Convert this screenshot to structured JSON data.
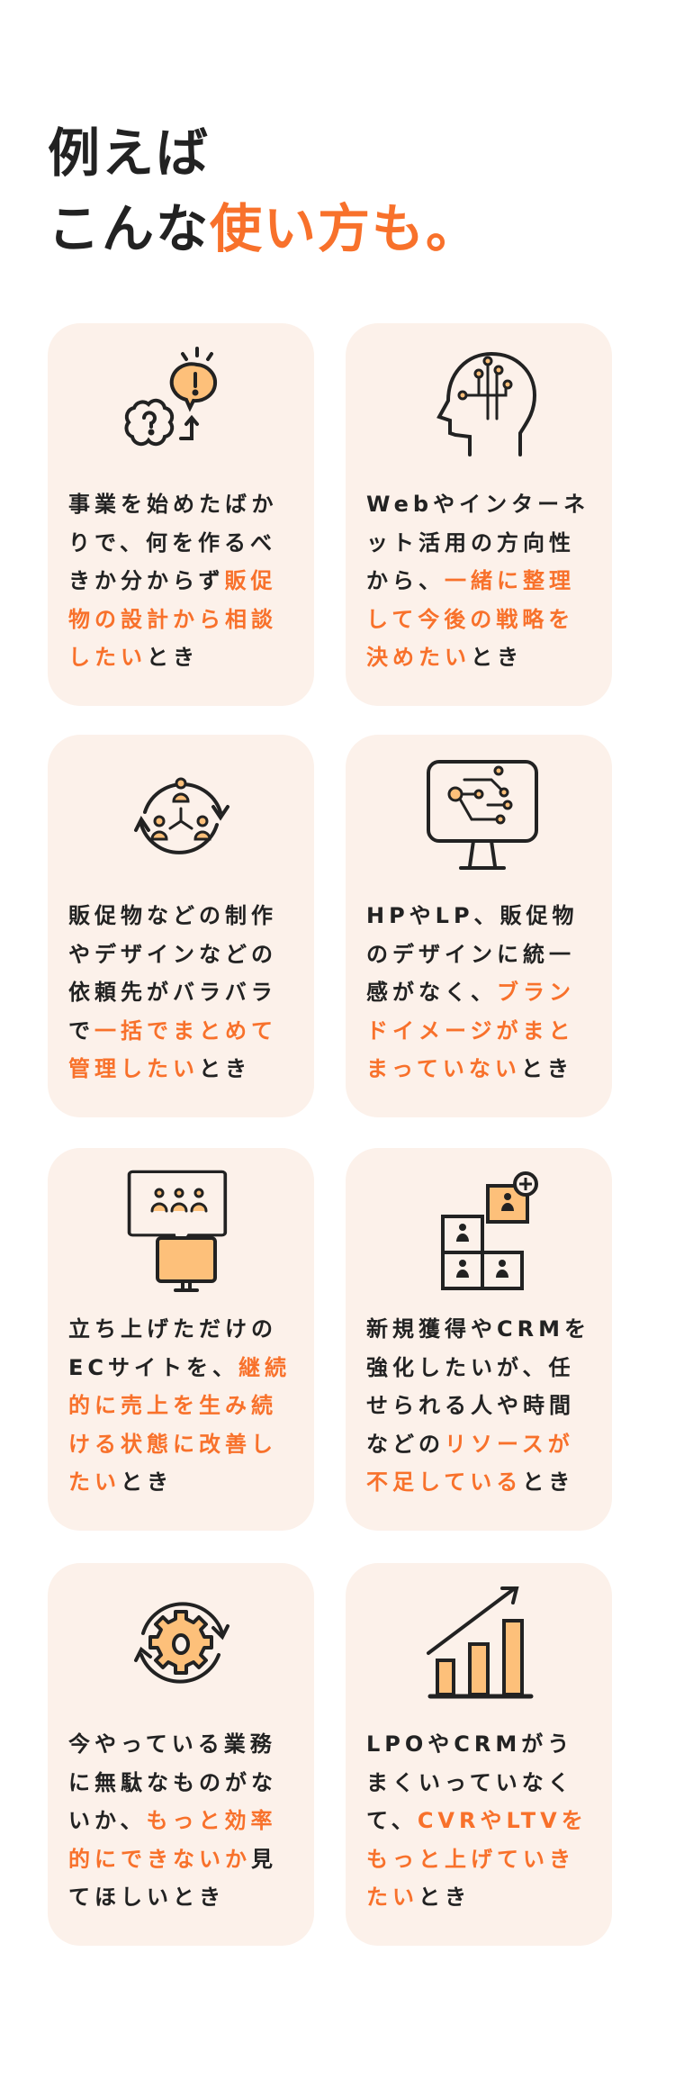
{
  "heading": {
    "line1": "例えば",
    "line2_plain": "こんな",
    "line2_highlight": "使い方も。"
  },
  "colors": {
    "accent": "#f8712b",
    "card_bg": "#fcf1ea",
    "icon_fill": "#fdc07a",
    "text": "#222222"
  },
  "cards": [
    {
      "icon": "idea-question-icon",
      "segments": [
        {
          "t": "事業を始めたばかりで、何を作るべきか分からず",
          "hl": false
        },
        {
          "t": "販促物の設計から相談したい",
          "hl": true
        },
        {
          "t": "とき",
          "hl": false
        }
      ]
    },
    {
      "icon": "brain-circuit-head-icon",
      "segments": [
        {
          "t": "Webやインターネット活用の方向性から、",
          "hl": false
        },
        {
          "t": "一緒に整理して今後の戦略を決めたい",
          "hl": true
        },
        {
          "t": "とき",
          "hl": false
        }
      ]
    },
    {
      "icon": "team-cycle-icon",
      "segments": [
        {
          "t": "販促物などの制作やデザインなどの依頼先がバラバラで",
          "hl": false
        },
        {
          "t": "一括でまとめて管理したい",
          "hl": true
        },
        {
          "t": "とき",
          "hl": false
        }
      ]
    },
    {
      "icon": "monitor-circuit-icon",
      "segments": [
        {
          "t": "HPやLP、販促物のデザインに統一感がなく、",
          "hl": false
        },
        {
          "t": "ブランドイメージがまとまっていない",
          "hl": true
        },
        {
          "t": "とき",
          "hl": false
        }
      ]
    },
    {
      "icon": "online-meeting-monitor-icon",
      "segments": [
        {
          "t": "立ち上げただけのECサイトを、",
          "hl": false
        },
        {
          "t": "継続的に売上を生み続ける状態に改善したい",
          "hl": true
        },
        {
          "t": "とき",
          "hl": false
        }
      ]
    },
    {
      "icon": "puzzle-people-add-icon",
      "segments": [
        {
          "t": "新規獲得やCRMを強化したいが、任せられる人や時間などの",
          "hl": false
        },
        {
          "t": "リソースが不足している",
          "hl": true
        },
        {
          "t": "とき",
          "hl": false
        }
      ]
    },
    {
      "icon": "gear-cycle-icon",
      "segments": [
        {
          "t": "今やっている業務に無駄なものがないか、",
          "hl": false
        },
        {
          "t": "もっと効率的にできないか",
          "hl": true
        },
        {
          "t": "見てほしいとき",
          "hl": false
        }
      ]
    },
    {
      "icon": "growth-chart-icon",
      "segments": [
        {
          "t": "LPOやCRMがうまくいっていなくて、",
          "hl": false
        },
        {
          "t": "CVRやLTVをもっと上げていきたい",
          "hl": true
        },
        {
          "t": "とき",
          "hl": false
        }
      ]
    }
  ]
}
